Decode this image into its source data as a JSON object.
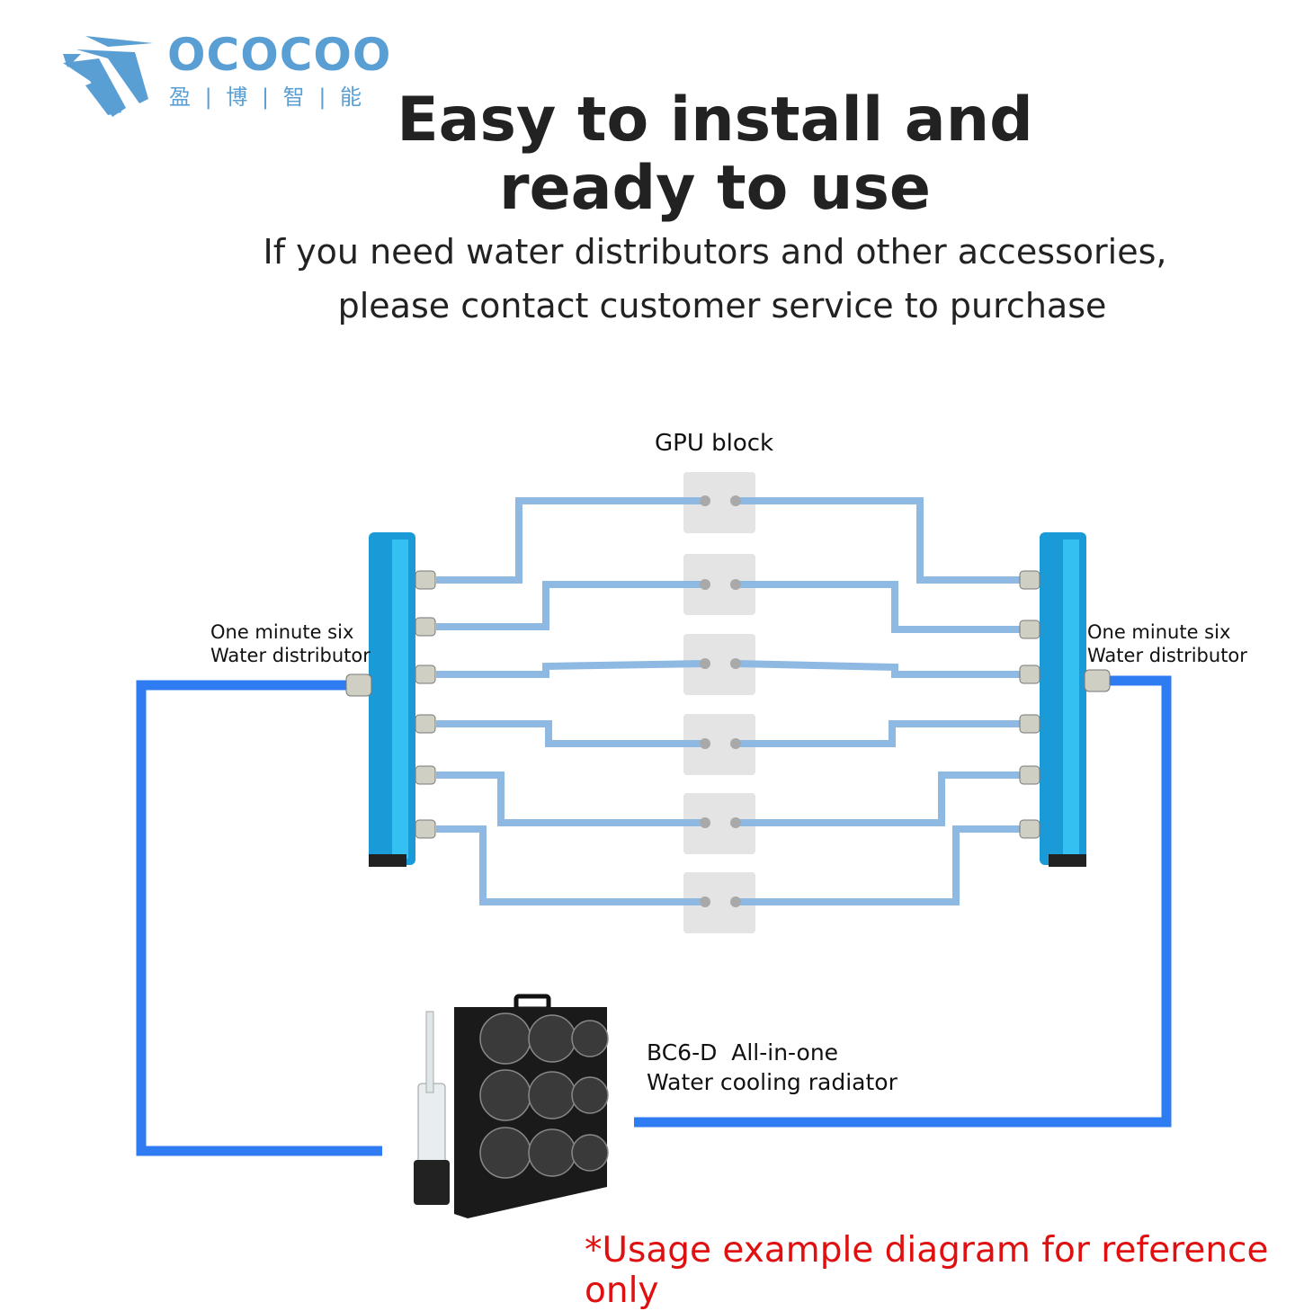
{
  "logo": {
    "name": "OCOCOO",
    "chinese": "盈 | 博 | 智 | 能"
  },
  "title": {
    "line1": "Easy to install and",
    "line2": "ready to use"
  },
  "subtitle": {
    "line1": "If you need water distributors and other accessories,",
    "line2": "please contact customer service to purchase"
  },
  "diagram": {
    "gpu_label": "GPU block",
    "left_distributor": {
      "line1": "One minute six",
      "line2": "Water distributor"
    },
    "right_distributor": {
      "line1": "One minute six",
      "line2": "Water distributor"
    },
    "radiator": {
      "line1": "BC6-D  All-in-one",
      "line2": "Water cooling radiator"
    },
    "colors": {
      "thin_pipe": "#8db9e3",
      "main_pipe": "#2f7bf2",
      "distributor": "#1b9ad8",
      "gpu_block": "#e4e4e4"
    }
  },
  "note": "*Usage example diagram for reference only"
}
